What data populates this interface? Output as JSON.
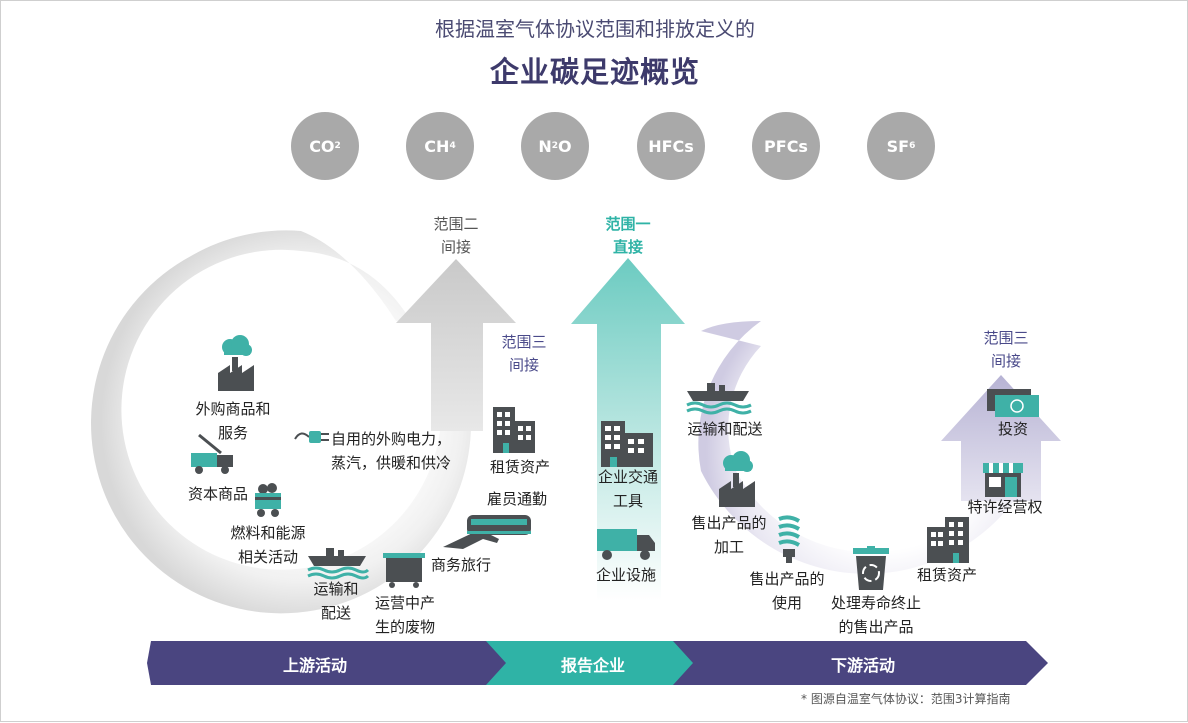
{
  "header": {
    "subtitle": "根据温室气体协议范围和排放定义的",
    "title": "企业碳足迹概览"
  },
  "gases": [
    {
      "base": "CO",
      "sub": "2"
    },
    {
      "base": "CH",
      "sub": "4"
    },
    {
      "base": "N",
      "sub": "2",
      "tail": "O"
    },
    {
      "base": "HFCs"
    },
    {
      "base": "PFCs"
    },
    {
      "base": "SF",
      "sub": "6"
    }
  ],
  "scopes": {
    "scope2": {
      "line1": "范围二",
      "line2": "间接"
    },
    "scope1": {
      "line1": "范围一",
      "line2": "直接"
    },
    "scope3_up": {
      "line1": "范围三",
      "line2": "间接"
    },
    "scope3_down": {
      "line1": "范围三",
      "line2": "间接"
    }
  },
  "upstream": {
    "purchased_goods": {
      "line1": "外购商品和",
      "line2": "服务"
    },
    "capital_goods": "资本商品",
    "fuel_energy": {
      "line1": "燃料和能源",
      "line2": "相关活动"
    },
    "transport": {
      "line1": "运输和",
      "line2": "配送"
    },
    "waste": {
      "line1": "运营中产",
      "line2": "生的废物"
    },
    "business_travel": "商务旅行",
    "commuting": "雇员通勤",
    "leased_assets": "租赁资产",
    "electricity": {
      "line1": "自用的外购电力，",
      "line2": "蒸汽，供暖和供冷"
    }
  },
  "company": {
    "facilities": "企业设施",
    "vehicles": {
      "line1": "企业交通",
      "line2": "工具"
    }
  },
  "downstream": {
    "transport": "运输和配送",
    "processing": {
      "line1": "售出产品的",
      "line2": "加工"
    },
    "use": {
      "line1": "售出产品的",
      "line2": "使用"
    },
    "end_of_life": {
      "line1": "处理寿命终止",
      "line2": "的售出产品"
    },
    "leased_assets": "租赁资产",
    "franchises": "特许经营权",
    "investments": "投资"
  },
  "band": {
    "upstream": "上游活动",
    "company": "报告企业",
    "downstream": "下游活动"
  },
  "source": "* 图源自温室气体协议：范围3计算指南",
  "colors": {
    "dark_purple": "#4a4580",
    "teal": "#2fb3a6",
    "gray_icon": "#4b4f52",
    "teal_icon": "#3fb1a7",
    "gas_circle": "#a9a9a9"
  }
}
